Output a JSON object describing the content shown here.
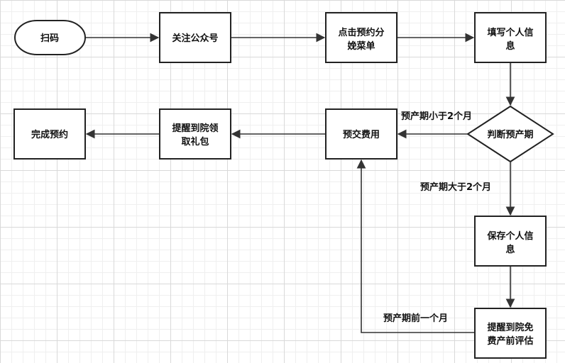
{
  "nodes": {
    "scan": "扫码",
    "follow": "关注公众号",
    "click_menu": [
      "点击预约分",
      "娩菜单"
    ],
    "fill_info": [
      "填写个人信",
      "息"
    ],
    "judge": "判断预产期",
    "prepay": "预交费用",
    "remind_gift": [
      "提醒到院领",
      "取礼包"
    ],
    "done": "完成预约",
    "save_info": [
      "保存个人信",
      "息"
    ],
    "remind_eval": [
      "提醒到院免",
      "费产前评估"
    ]
  },
  "edges": {
    "less_2_months": "预产期小于2个月",
    "more_2_months": "预产期大于2个月",
    "one_month_before": "预产期前一个月"
  },
  "colors": {
    "stroke": "#222222",
    "fill": "#ffffff"
  }
}
